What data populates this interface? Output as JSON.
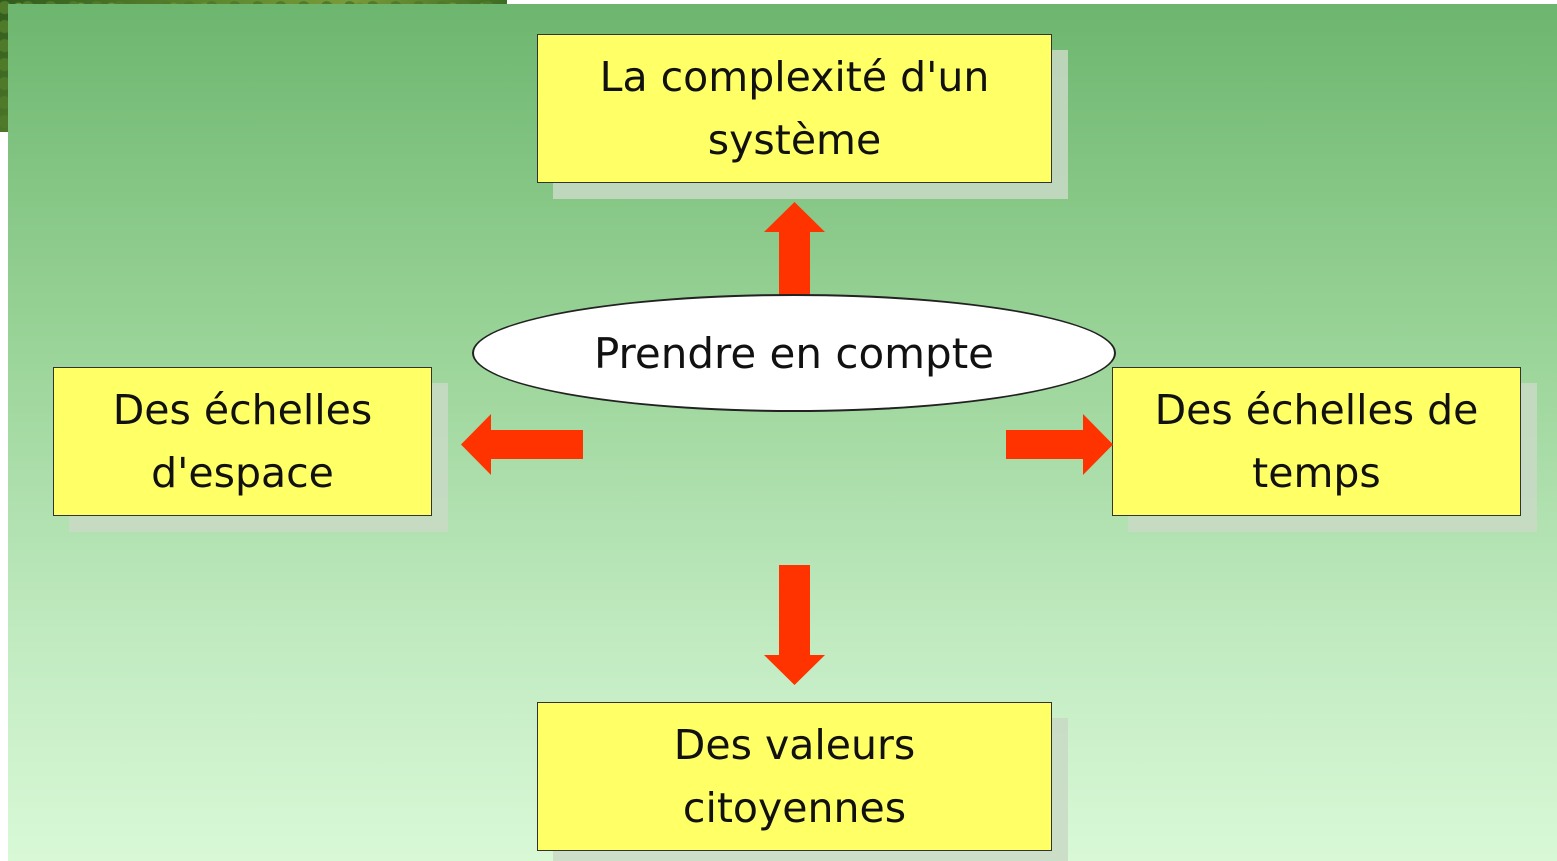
{
  "diagram": {
    "center": {
      "label": "Prendre en compte"
    },
    "nodes": {
      "top": {
        "line1": "La complexité d'un",
        "line2": "système"
      },
      "left": {
        "line1": "Des échelles",
        "line2": "d'espace"
      },
      "right": {
        "line1": "Des échelles de",
        "line2": "temps"
      },
      "bottom": {
        "line1": "Des valeurs",
        "line2": "citoyennes"
      }
    },
    "colors": {
      "box_fill": "#ffff66",
      "arrow": "#ff3300",
      "background_top": "#6db66f",
      "background_bottom": "#d9f9d6"
    }
  }
}
